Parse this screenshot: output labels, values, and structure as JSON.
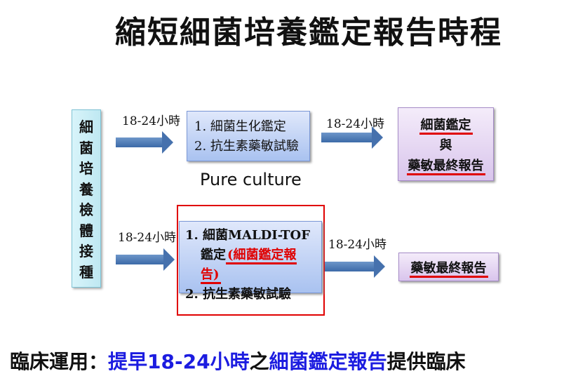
{
  "title": "縮短細菌培養鑑定報告時程",
  "left_box": [
    "細",
    "菌",
    "培",
    "養",
    "檢",
    "體",
    "接",
    "種"
  ],
  "time_label": "18-24小時",
  "top_box": {
    "line1": "1. 細菌生化鑑定",
    "line2": "2. 抗生素藥敏試驗"
  },
  "pure_culture": "Pure culture",
  "top_result": {
    "line1": "細菌鑑定",
    "line2": "與",
    "line3": "藥敏最終報告"
  },
  "bottom_box": {
    "line1": "1. 細菌MALDI-TOF",
    "line2a": "鑑定",
    "line2b": "(細菌鑑定報告)",
    "line3": "2. 抗生素藥敏試驗"
  },
  "bottom_result": "藥敏最終報告",
  "footer": {
    "prefix": "臨床運用：",
    "hl1": "提早18-24小時",
    "mid": "之",
    "hl2": "細菌鑑定報告",
    "suffix": "提供臨床"
  },
  "colors": {
    "highlight_blue": "#1c1ce0",
    "red": "#e00000"
  }
}
